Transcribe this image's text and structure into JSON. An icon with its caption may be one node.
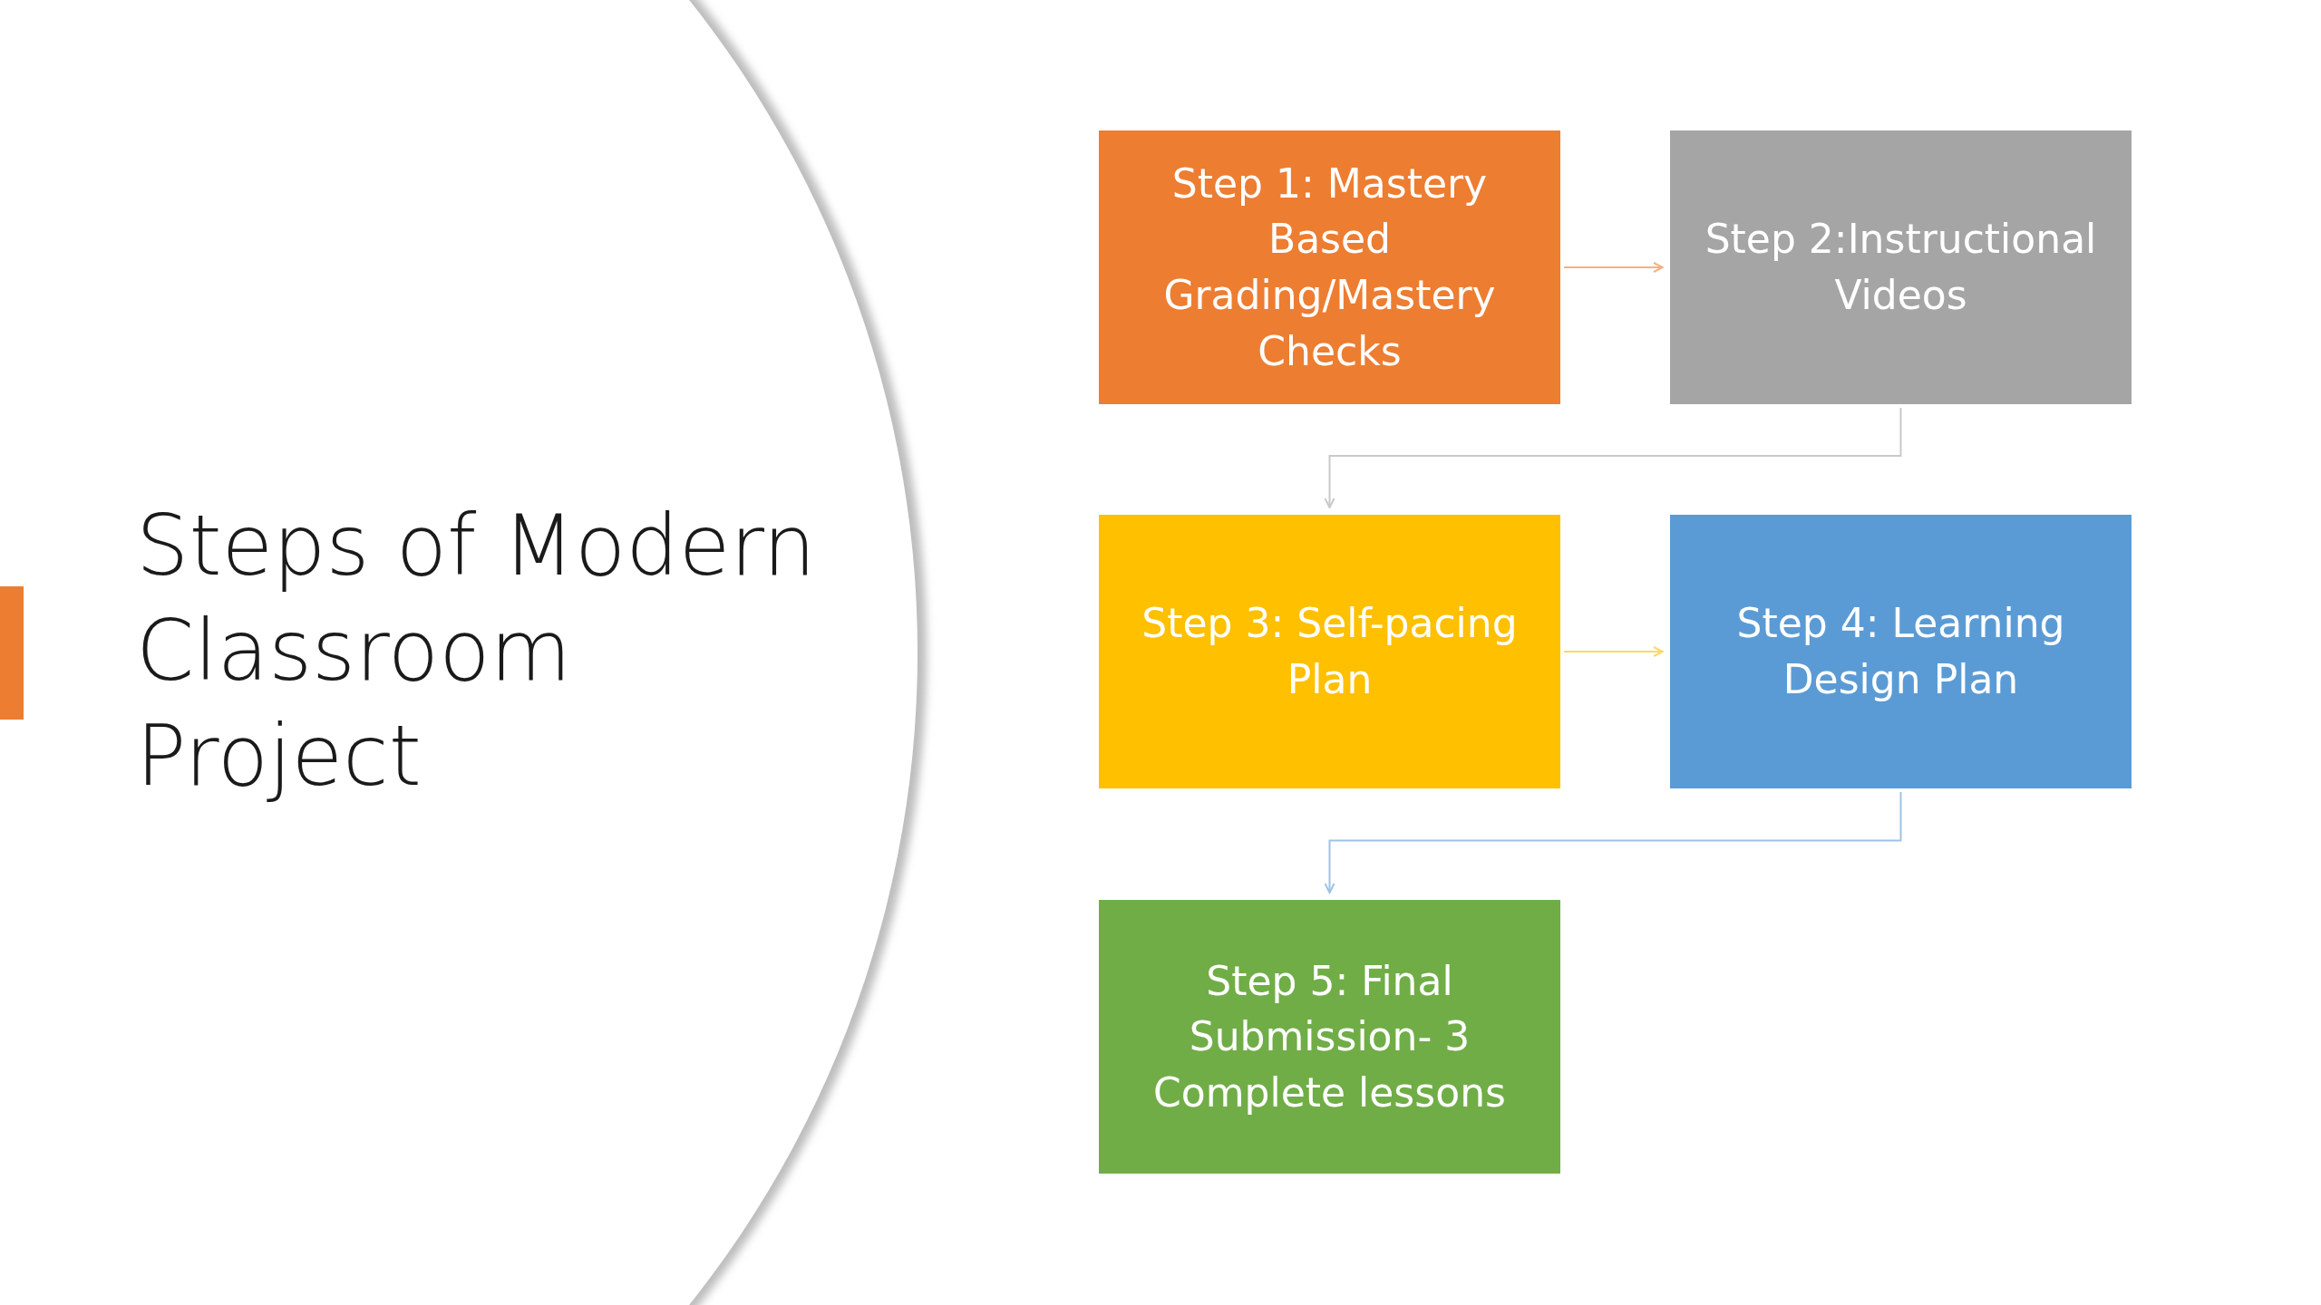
{
  "diagram": {
    "title": "Steps of Modern Classroom Project",
    "nodes": [
      {
        "text": [
          "Step 1: Mastery Based Grading/Mastery Checks"
        ]
      },
      {
        "text": [
          "Step 2:Instructional Videos"
        ]
      },
      {
        "text": [
          "Step 3: Self-pacing Plan"
        ]
      },
      {
        "text": [
          "Step 4: Learning Design Plan"
        ]
      },
      {
        "text": [
          "Step 5: Final Submission- 3 Complete lessons"
        ]
      }
    ],
    "edges": [
      {
        "from": 0,
        "to": 1,
        "arrow": "to",
        "color": "#f4b183"
      },
      {
        "from": 1,
        "to": 2,
        "arrow": "to",
        "color": "#c9c9c9"
      },
      {
        "from": 2,
        "to": 3,
        "arrow": "to",
        "color": "#ffd966"
      },
      {
        "from": 3,
        "to": 4,
        "arrow": "to",
        "color": "#9dc3e6"
      }
    ]
  }
}
